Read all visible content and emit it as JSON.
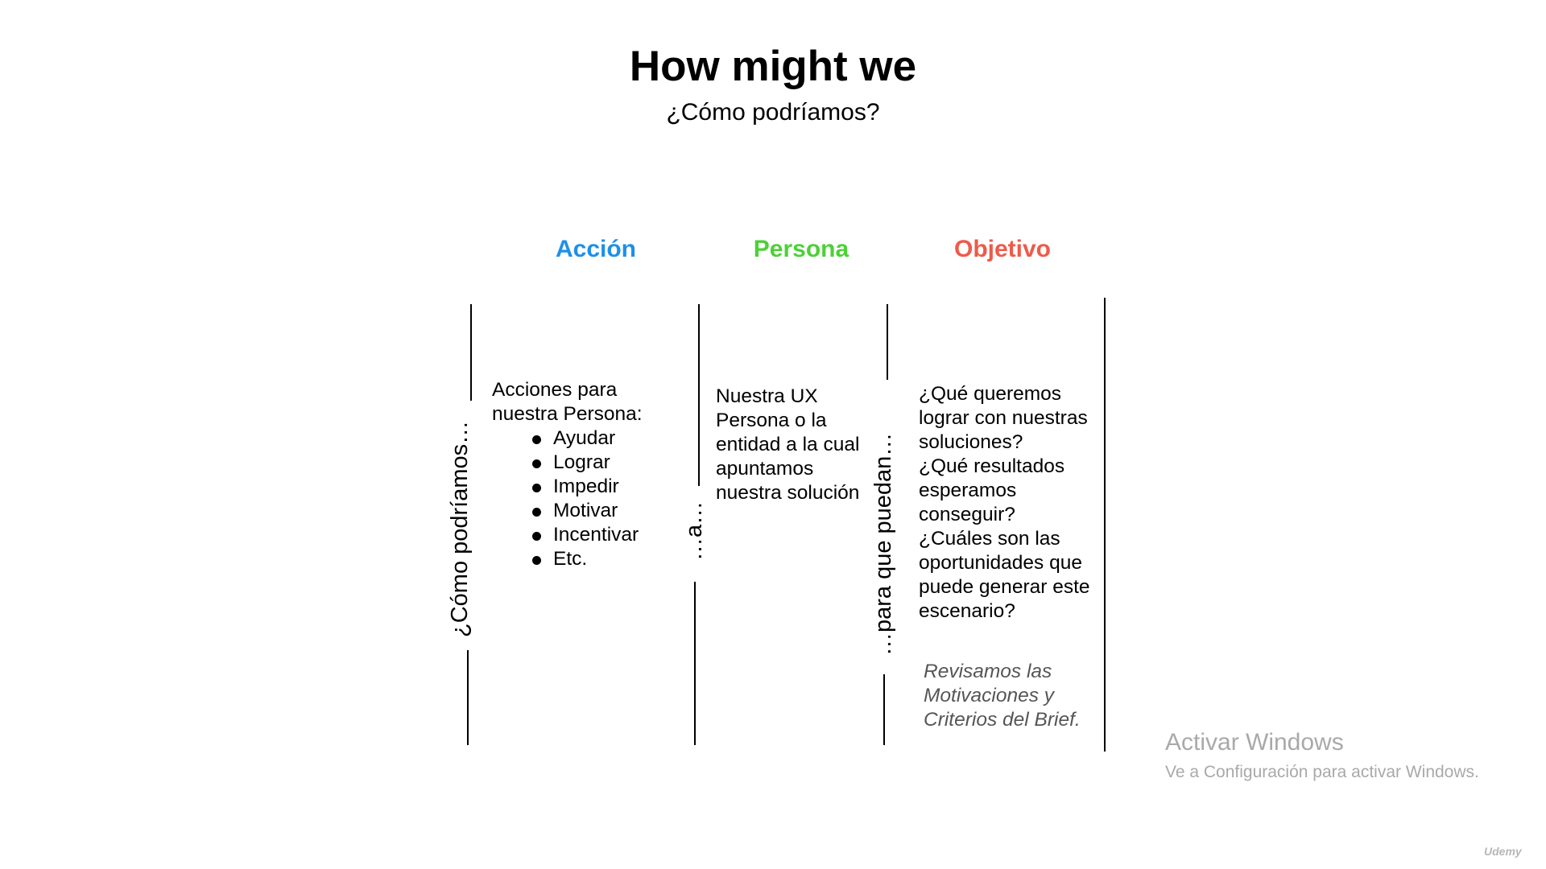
{
  "header": {
    "title": "How might we",
    "subtitle": "¿Cómo podríamos?"
  },
  "columns": {
    "accion": {
      "label": "Acción",
      "color": "#1e90e8"
    },
    "persona": {
      "label": "Persona",
      "color": "#4cd137"
    },
    "objetivo": {
      "label": "Objetivo",
      "color": "#ee5a4a"
    }
  },
  "connectors": {
    "como_podriamos": "¿Cómo podríamos…",
    "a": "…a…",
    "para_que_puedan": "…para que puedan…"
  },
  "accion_body": {
    "intro_line1": "Acciones para",
    "intro_line2": "nuestra Persona:",
    "items": [
      "Ayudar",
      "Lograr",
      "Impedir",
      "Motivar",
      "Incentivar",
      "Etc."
    ]
  },
  "persona_body": {
    "lines": [
      "Nuestra UX",
      "Persona o la",
      "entidad a la cual",
      "apuntamos",
      "nuestra solución"
    ]
  },
  "objetivo_body": {
    "lines": [
      "¿Qué queremos",
      "lograr con nuestras",
      "soluciones?",
      "¿Qué resultados",
      "esperamos",
      "conseguir?",
      "¿Cuáles son las",
      "oportunidades que",
      "puede generar este",
      "escenario?"
    ],
    "note_lines": [
      "Revisamos las",
      "Motivaciones y",
      "Criterios del Brief."
    ]
  },
  "watermark": {
    "title": "Activar Windows",
    "subtitle": "Ve a Configuración para activar Windows."
  },
  "brand": {
    "label": "Udemy"
  }
}
